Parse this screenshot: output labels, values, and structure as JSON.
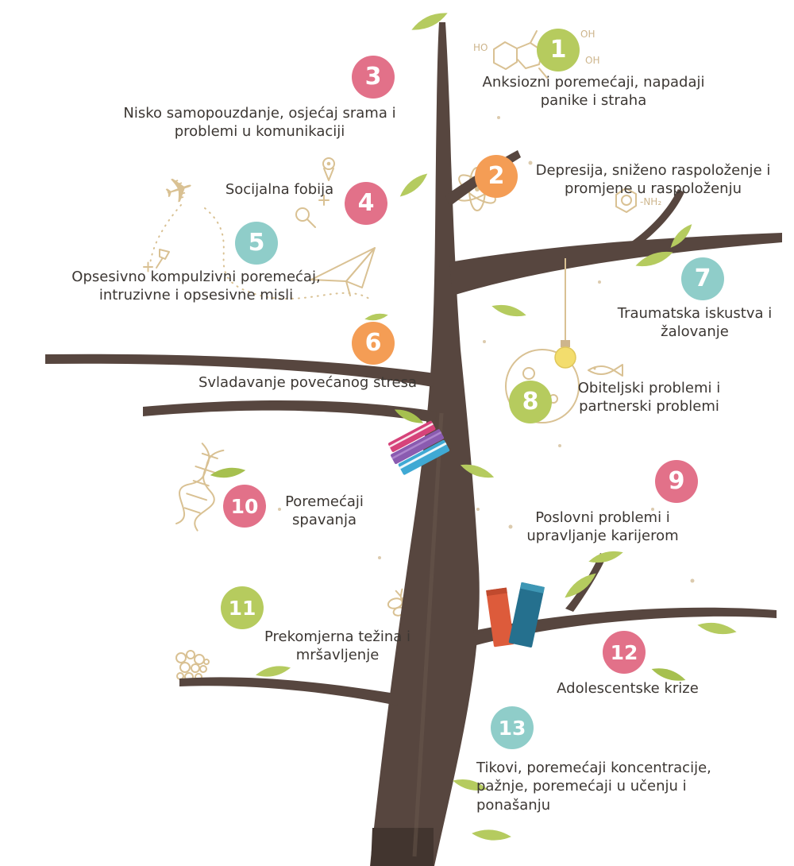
{
  "infographic": {
    "items": [
      {
        "number": "1",
        "color": "#b6cb5e",
        "label": "Anksiozni poremećaji, napadaji panike i straha"
      },
      {
        "number": "2",
        "color": "#f49d55",
        "label": "Depresija, sniženo raspoloženje i promjene u raspoloženju"
      },
      {
        "number": "3",
        "color": "#e27189",
        "label": "Nisko samopouzdanje, osjećaj srama i problemi u komunikaciji"
      },
      {
        "number": "4",
        "color": "#e27189",
        "label": "Socijalna fobija"
      },
      {
        "number": "5",
        "color": "#8fcdc9",
        "label": "Opsesivno kompulzivni poremećaj, intruzivne i opsesivne misli"
      },
      {
        "number": "6",
        "color": "#f49d55",
        "label": "Svladavanje povećanog stresa"
      },
      {
        "number": "7",
        "color": "#8fcdc9",
        "label": "Traumatska iskustva i žalovanje"
      },
      {
        "number": "8",
        "color": "#b6cb5e",
        "label": "Obiteljski problemi i partnerski problemi"
      },
      {
        "number": "9",
        "color": "#e27189",
        "label": "Poslovni problemi i upravljanje karijerom"
      },
      {
        "number": "10",
        "color": "#e27189",
        "label": "Poremećaji spavanja"
      },
      {
        "number": "11",
        "color": "#b6cb5e",
        "label": "Prekomjerna težina i mršavljenje"
      },
      {
        "number": "12",
        "color": "#e27189",
        "label": "Adolescentske krize"
      },
      {
        "number": "13",
        "color": "#8fcdc9",
        "label": "Tikovi, poremećaji koncentracije, pažnje, poremećaji u učenju i ponašanju"
      }
    ],
    "sketch_labels": {
      "ho": "HO",
      "oh1": "OH",
      "oh2": "OH",
      "nh2": "-NH₂"
    },
    "icons": {
      "airplane": "✈"
    },
    "colors": {
      "background": "#ffffff",
      "trunk": "#57463f",
      "leaf": "#b5cb5f",
      "sketch": "#d9c193",
      "text": "#3c3733"
    }
  }
}
